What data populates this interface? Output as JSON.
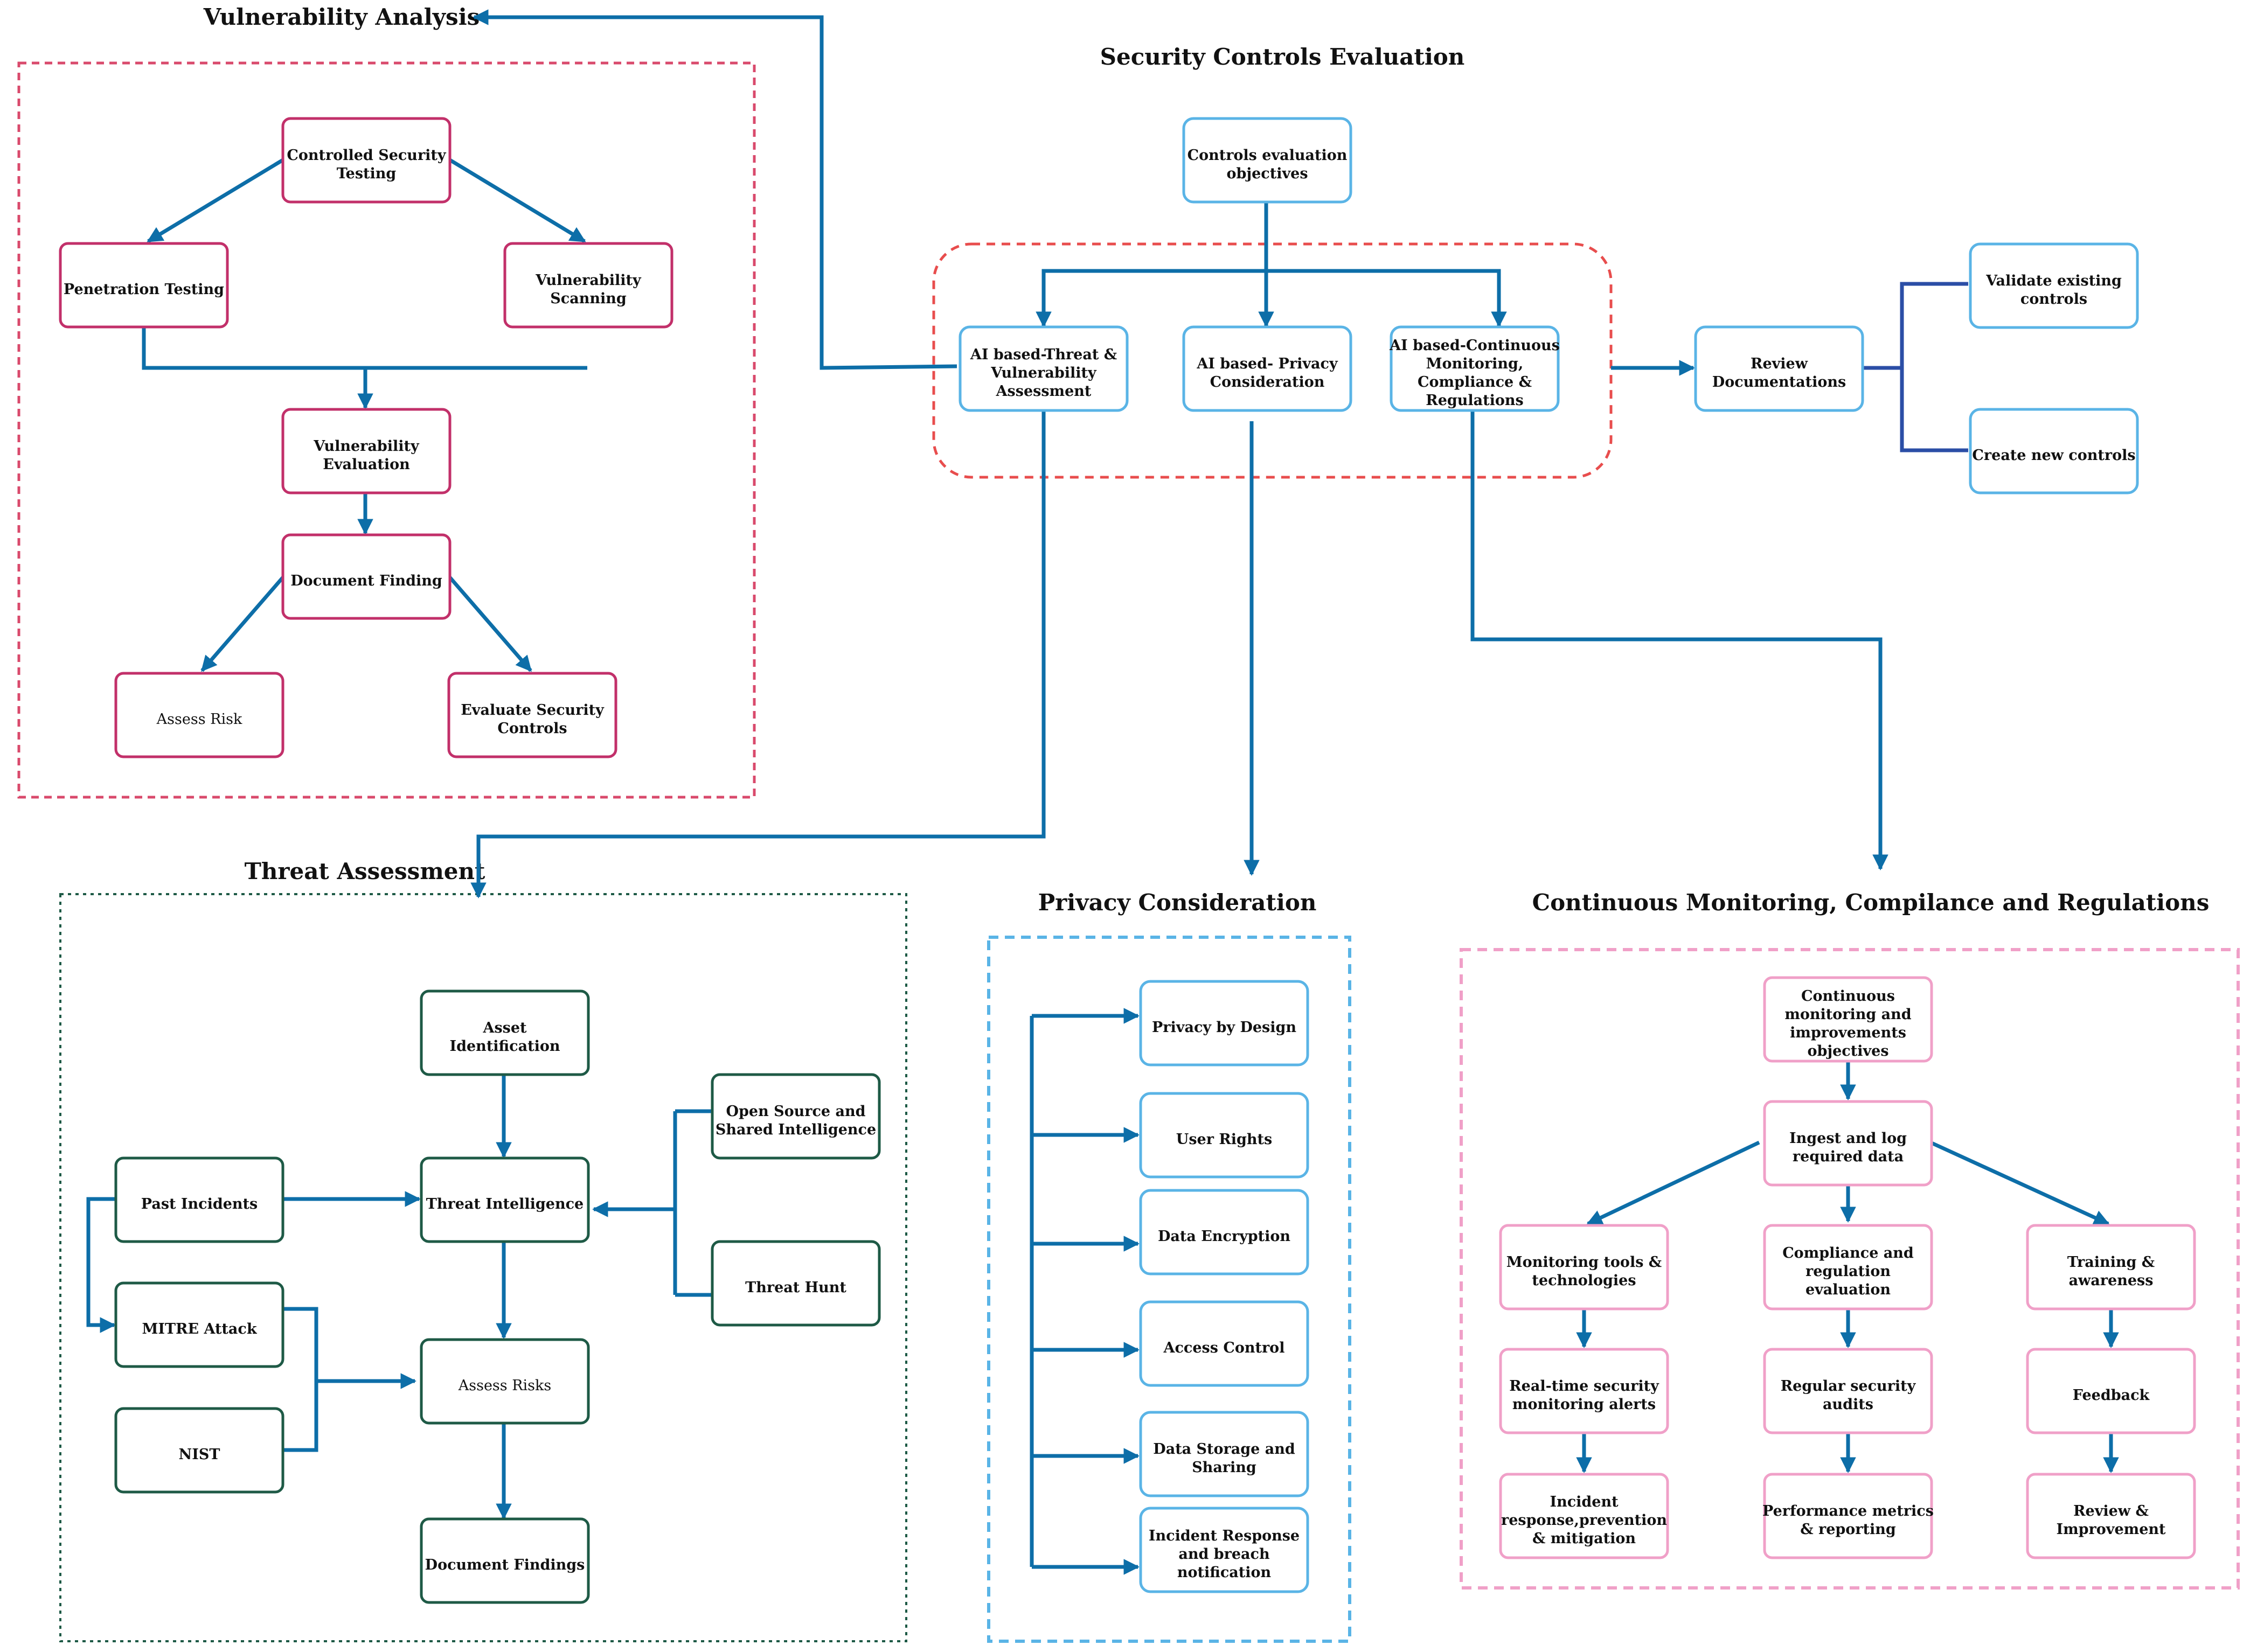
{
  "colors": {
    "vulnerability": "#c2306a",
    "security": "#5ab4e6",
    "threat": "#1e5a46",
    "privacy": "#5ab4e6",
    "continuous": "#f0a0c8",
    "arrow": "#0d6ea8",
    "red_dash": "#e84d4d",
    "pink_dash": "#d94a6c"
  },
  "sections": {
    "vulnerability": {
      "title": "Vulnerability Analysis",
      "nodes": [
        {
          "id": "cst",
          "label": "Controlled Security Testing"
        },
        {
          "id": "pen",
          "label": "Penetration Testing"
        },
        {
          "id": "vscan",
          "label": "Vulnerability Scanning"
        },
        {
          "id": "veval",
          "label": "Vulnerability Evaluation"
        },
        {
          "id": "docf",
          "label": "Document Finding"
        },
        {
          "id": "arisk",
          "label": "Assess Risk"
        },
        {
          "id": "esc",
          "label": "Evaluate Security Controls"
        }
      ]
    },
    "security": {
      "title": "Security Controls Evaluation",
      "nodes": [
        {
          "id": "ceo",
          "label": "Controls evaluation objectives"
        },
        {
          "id": "ai1",
          "label": "AI based-Threat & Vulnerability Assessment"
        },
        {
          "id": "ai2",
          "label": "AI based- Privacy Consideration"
        },
        {
          "id": "ai3",
          "label": "AI based-Continuous Monitoring, Compliance & Regulations"
        },
        {
          "id": "rdoc",
          "label": "Review Documentations"
        },
        {
          "id": "vec",
          "label": "Validate existing controls"
        },
        {
          "id": "cnc",
          "label": "Create new controls"
        }
      ]
    },
    "threat": {
      "title": "Threat Assessment",
      "nodes": [
        {
          "id": "aid",
          "label": "Asset Identification"
        },
        {
          "id": "pinc",
          "label": "Past Incidents"
        },
        {
          "id": "ti",
          "label": "Threat Intelligence"
        },
        {
          "id": "ossi",
          "label": "Open Source and Shared Intelligence"
        },
        {
          "id": "th",
          "label": "Threat Hunt"
        },
        {
          "id": "mitre",
          "label": "MITRE Attack"
        },
        {
          "id": "ar",
          "label": "Assess Risks"
        },
        {
          "id": "nist",
          "label": "NIST"
        },
        {
          "id": "dfind",
          "label": "Document Findings"
        }
      ]
    },
    "privacy": {
      "title": "Privacy Consideration",
      "nodes": [
        {
          "id": "pbd",
          "label": "Privacy by Design"
        },
        {
          "id": "ur",
          "label": "User Rights"
        },
        {
          "id": "de",
          "label": "Data Encryption"
        },
        {
          "id": "ac",
          "label": "Access Control"
        },
        {
          "id": "dss",
          "label": "Data Storage and Sharing"
        },
        {
          "id": "irbn",
          "label": "Incident Response and breach notification"
        }
      ]
    },
    "continuous": {
      "title": "Continuous Monitoring, Compilance and Regulations",
      "nodes": [
        {
          "id": "cmio",
          "label": "Continuous monitoring and improvements objectives"
        },
        {
          "id": "ilrd",
          "label": "Ingest and log required data"
        },
        {
          "id": "mtt",
          "label": "Monitoring tools & technologies"
        },
        {
          "id": "cre",
          "label": "Compliance and regulation evaluation"
        },
        {
          "id": "ta",
          "label": "Training & awareness"
        },
        {
          "id": "rtsma",
          "label": "Real-time security monitoring alerts"
        },
        {
          "id": "rsa",
          "label": "Regular security audits"
        },
        {
          "id": "fb",
          "label": "Feedback"
        },
        {
          "id": "irpm",
          "label": "Incident response,prevention & mitigation"
        },
        {
          "id": "pmr",
          "label": "Performance metrics & reporting"
        },
        {
          "id": "ri",
          "label": "Review & Improvement"
        }
      ]
    }
  }
}
